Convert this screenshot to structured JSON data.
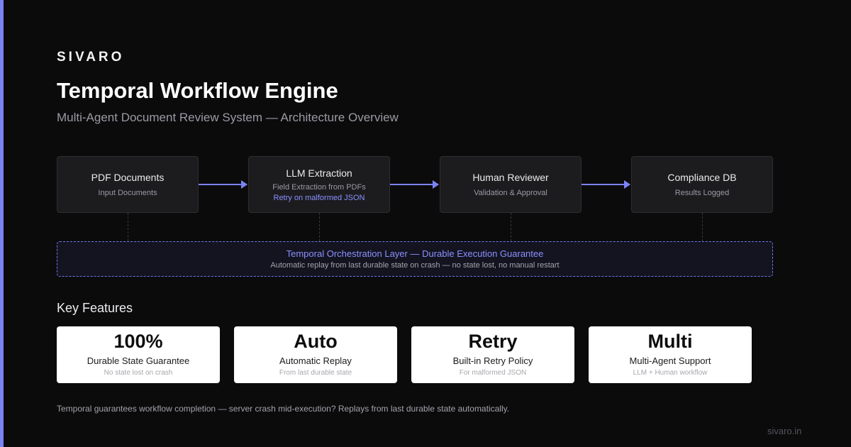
{
  "brand": "SIVARO",
  "title": "Temporal Workflow Engine",
  "subtitle": "Multi-Agent Document Review System — Architecture Overview",
  "pipeline": [
    {
      "title": "PDF Documents",
      "sub": "Input Documents"
    },
    {
      "title": "LLM Extraction",
      "sub": "Field Extraction from PDFs",
      "note": "Retry on malformed JSON"
    },
    {
      "title": "Human Reviewer",
      "sub": "Validation & Approval"
    },
    {
      "title": "Compliance DB",
      "sub": "Results Logged"
    }
  ],
  "orchestration": {
    "title": "Temporal Orchestration Layer — Durable Execution Guarantee",
    "sub": "Automatic replay from last durable state on crash — no state lost, no manual restart"
  },
  "features_title": "Key Features",
  "features": [
    {
      "value": "100%",
      "label": "Durable State Guarantee",
      "sub": "No state lost on crash"
    },
    {
      "value": "Auto",
      "label": "Automatic Replay",
      "sub": "From last durable state"
    },
    {
      "value": "Retry",
      "label": "Built-in Retry Policy",
      "sub": "For malformed JSON"
    },
    {
      "value": "Multi",
      "label": "Multi-Agent Support",
      "sub": "LLM + Human workflow"
    }
  ],
  "footnote": "Temporal guarantees workflow completion — server crash mid-execution? Replays from last durable state automatically.",
  "domain": "sivaro.in",
  "colors": {
    "accent": "#7c83f4",
    "background": "#0b0b0c",
    "node": "#1c1c1f"
  }
}
